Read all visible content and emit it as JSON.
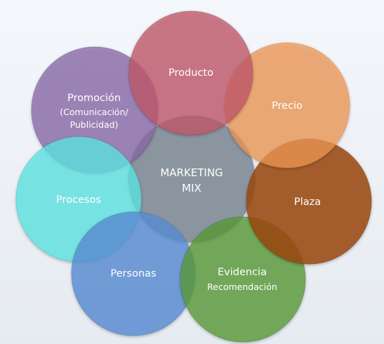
{
  "diagram": {
    "center": {
      "line1": "MARKETING",
      "line2": "MIX",
      "color": "#7f8b96"
    },
    "petals": [
      {
        "key": "producto",
        "label": "Producto",
        "sublines": [],
        "color": "#c45a6c"
      },
      {
        "key": "precio",
        "label": "Precio",
        "sublines": [],
        "color": "#f19a55"
      },
      {
        "key": "plaza",
        "label": "Plaza",
        "sublines": [],
        "color": "#9c4a14"
      },
      {
        "key": "evidencia",
        "label": "Evidencia",
        "sublines": [
          "Recomendación"
        ],
        "color": "#5b9c3a"
      },
      {
        "key": "personas",
        "label": "Personas",
        "sublines": [],
        "color": "#5b8fd6"
      },
      {
        "key": "procesos",
        "label": "Procesos",
        "sublines": [],
        "color": "#5fe7e6"
      },
      {
        "key": "promocion",
        "label": "Promoción",
        "sublines": [
          "(Comunicación/",
          "Publicidad)"
        ],
        "color": "#8a6aaa"
      }
    ]
  }
}
